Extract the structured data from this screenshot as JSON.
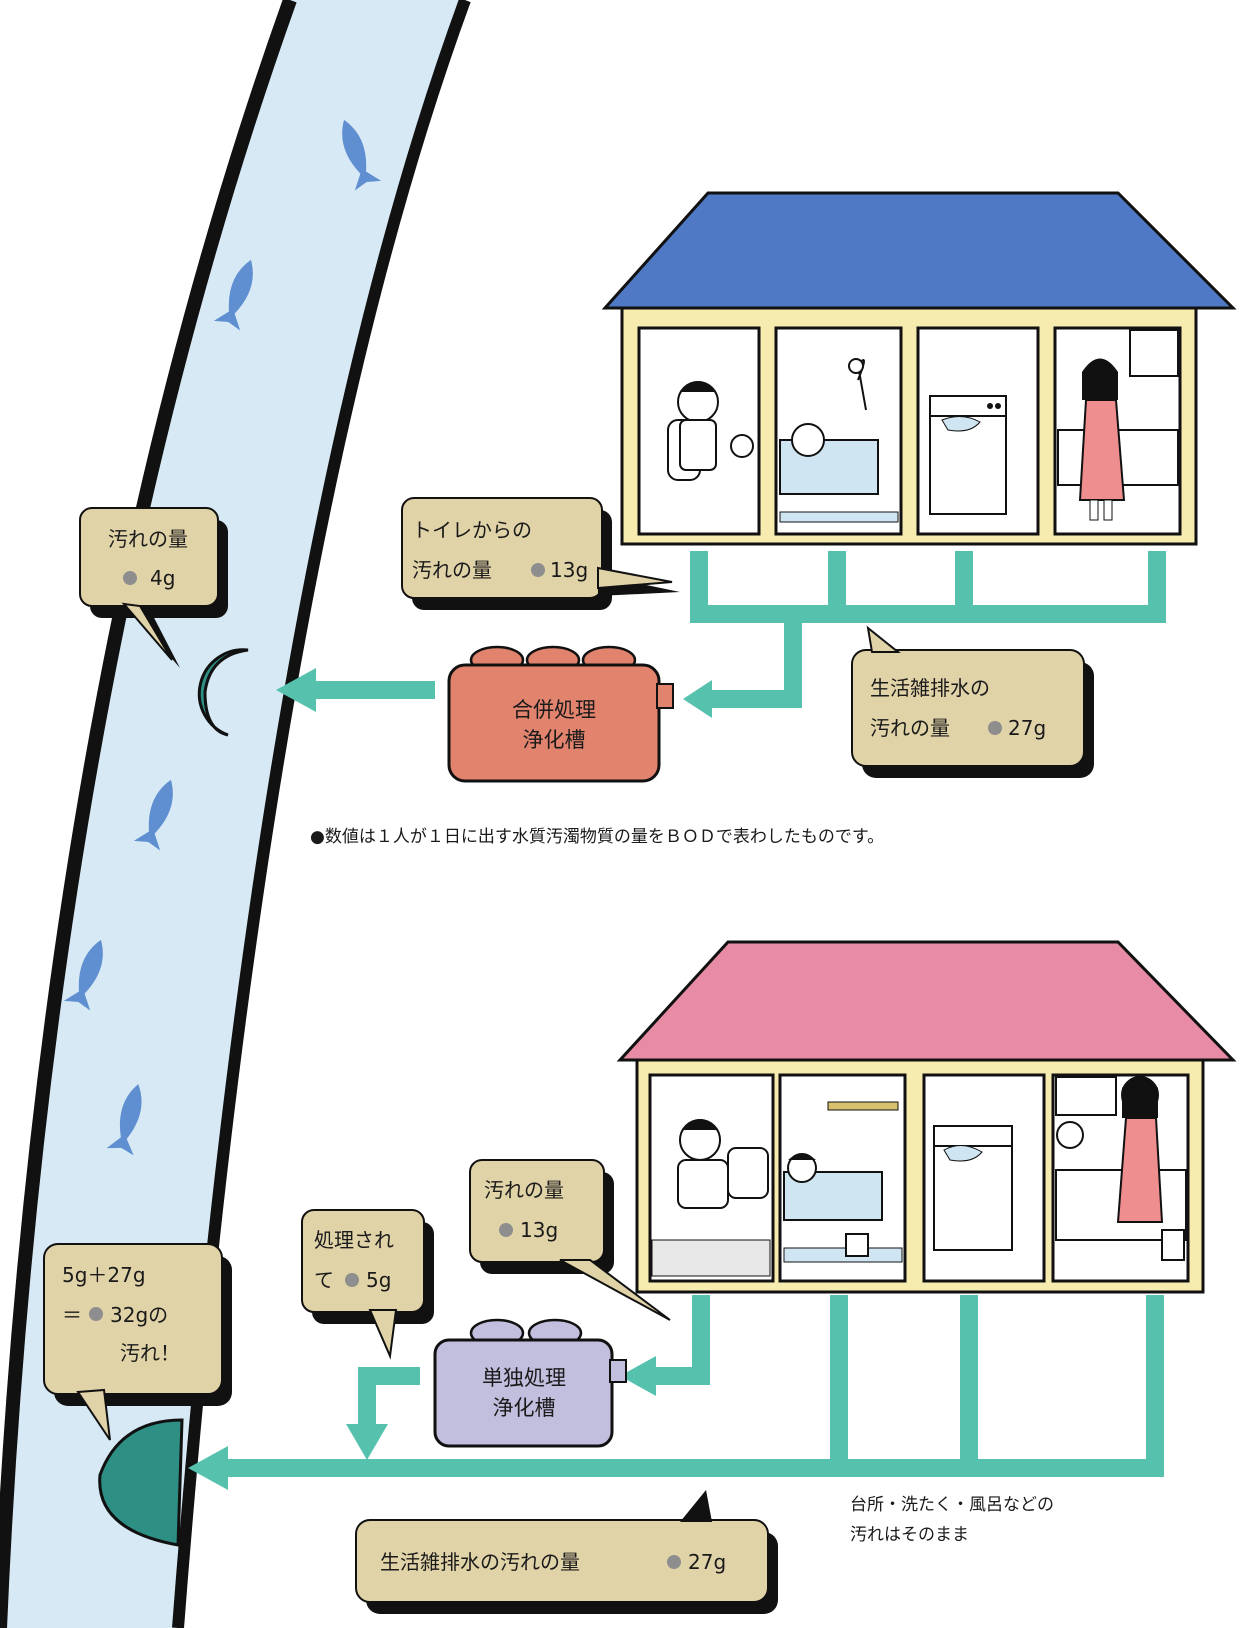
{
  "colors": {
    "river": "#d6e9f4",
    "fish": "#5f8fd0",
    "pipe": "#56c2ae",
    "callout_fill": "#e1d3a8",
    "house1_roof": "#4f79c4",
    "house2_roof": "#e78ca4",
    "house_wall": "#f6ecb0",
    "combined_tank": "#e2836e",
    "single_tank": "#c2bede",
    "pollution_blob": "#2e8f84",
    "dot": "#8e8e8e"
  },
  "top_system": {
    "river_callout": {
      "line1": "汚れの量",
      "line2": "4g"
    },
    "toilet_callout": {
      "line1": "トイレからの",
      "line2_text": "汚れの量",
      "line2_value": "13g"
    },
    "tank": {
      "line1": "合併処理",
      "line2": "浄化槽"
    },
    "greywater_callout": {
      "line1": "生活雑排水の",
      "line2_text": "汚れの量",
      "line2_value": "27g"
    }
  },
  "note": "●数値は１人が１日に出す水質汚濁物質の量をＢＯＤで表わしたものです。",
  "bottom_system": {
    "river_callout": {
      "line1": "5g＋27g",
      "line2_text": "＝",
      "line2_value": "32gの",
      "line3": "汚れ！"
    },
    "treated_callout": {
      "line1": "処理され",
      "line2_text": "て",
      "line2_value": "5g"
    },
    "toilet_callout": {
      "line1": "汚れの量",
      "line2": "13g"
    },
    "tank": {
      "line1": "単独処理",
      "line2": "浄化槽"
    },
    "greywater_callout": {
      "text": "生活雑排水の汚れの量",
      "value": "27g"
    },
    "annotation": {
      "line1": "台所・洗たく・風呂などの",
      "line2": "汚れはそのまま"
    }
  },
  "room_icons": [
    "toilet-room",
    "bath-room",
    "laundry-room",
    "kitchen-room"
  ]
}
